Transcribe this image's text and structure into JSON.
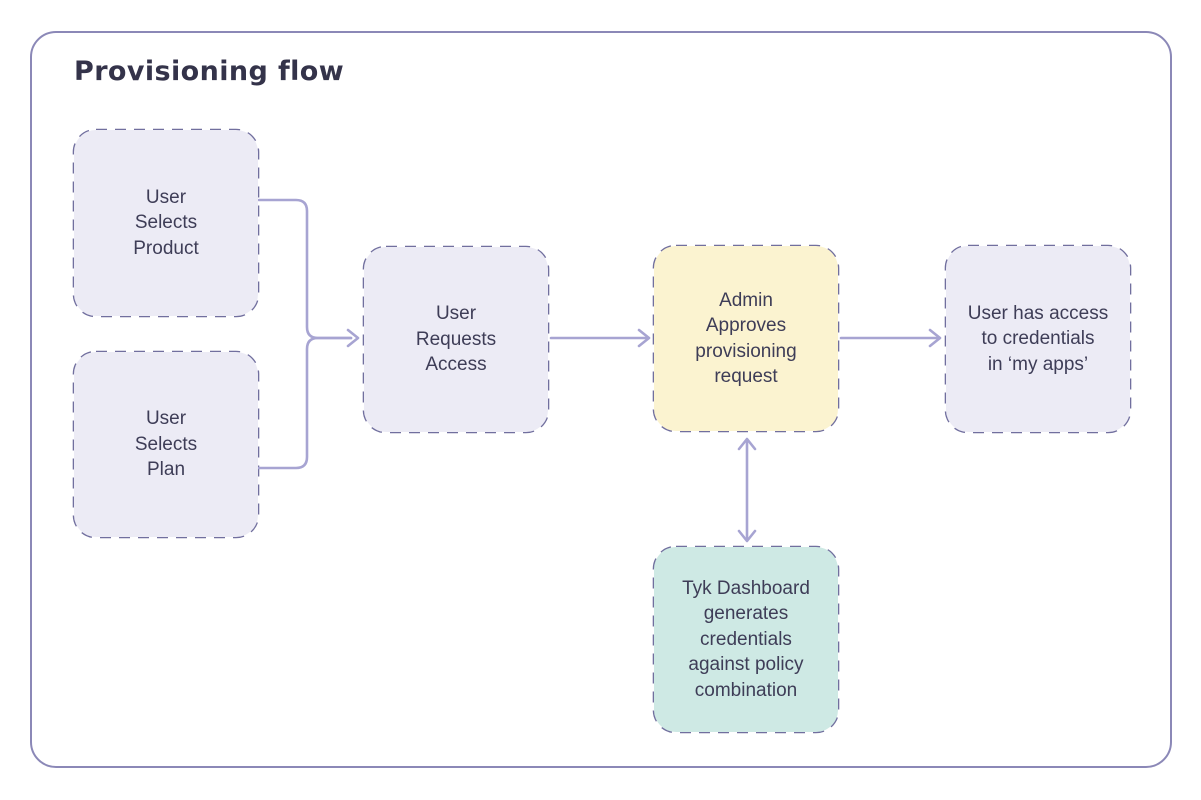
{
  "title": "Provisioning flow",
  "colors": {
    "canvas-border": "#8b88b7",
    "node-border": "#716f9e",
    "connector": "#a7a4d2",
    "text": "#3e3d57",
    "title-color": "#34334a",
    "node-lavender": "#ECEBF5",
    "node-yellow": "#FBF3D0",
    "node-teal": "#CEE9E4"
  },
  "nodes": [
    {
      "id": "user-selects-product",
      "label": "User\nSelects\nProduct",
      "fill": "#ECEBF5"
    },
    {
      "id": "user-selects-plan",
      "label": "User\nSelects\nPlan",
      "fill": "#ECEBF5"
    },
    {
      "id": "user-requests-access",
      "label": "User\nRequests\nAccess",
      "fill": "#ECEBF5"
    },
    {
      "id": "admin-approves-request",
      "label": "Admin\nApproves\nprovisioning\nrequest",
      "fill": "#FBF3D0"
    },
    {
      "id": "user-has-access",
      "label": "User has access\nto credentials\nin ‘my apps’",
      "fill": "#ECEBF5"
    },
    {
      "id": "tyk-dashboard-generates",
      "label": "Tyk Dashboard\ngenerates\ncredentials\nagainst policy\ncombination",
      "fill": "#CEE9E4"
    }
  ],
  "edges": [
    {
      "from": "user-selects-product",
      "to": "user-requests-access",
      "type": "arrow"
    },
    {
      "from": "user-selects-plan",
      "to": "user-requests-access",
      "type": "arrow"
    },
    {
      "from": "user-requests-access",
      "to": "admin-approves-request",
      "type": "arrow"
    },
    {
      "from": "admin-approves-request",
      "to": "user-has-access",
      "type": "arrow"
    },
    {
      "from": "admin-approves-request",
      "to": "tyk-dashboard-generates",
      "type": "double-arrow"
    }
  ]
}
